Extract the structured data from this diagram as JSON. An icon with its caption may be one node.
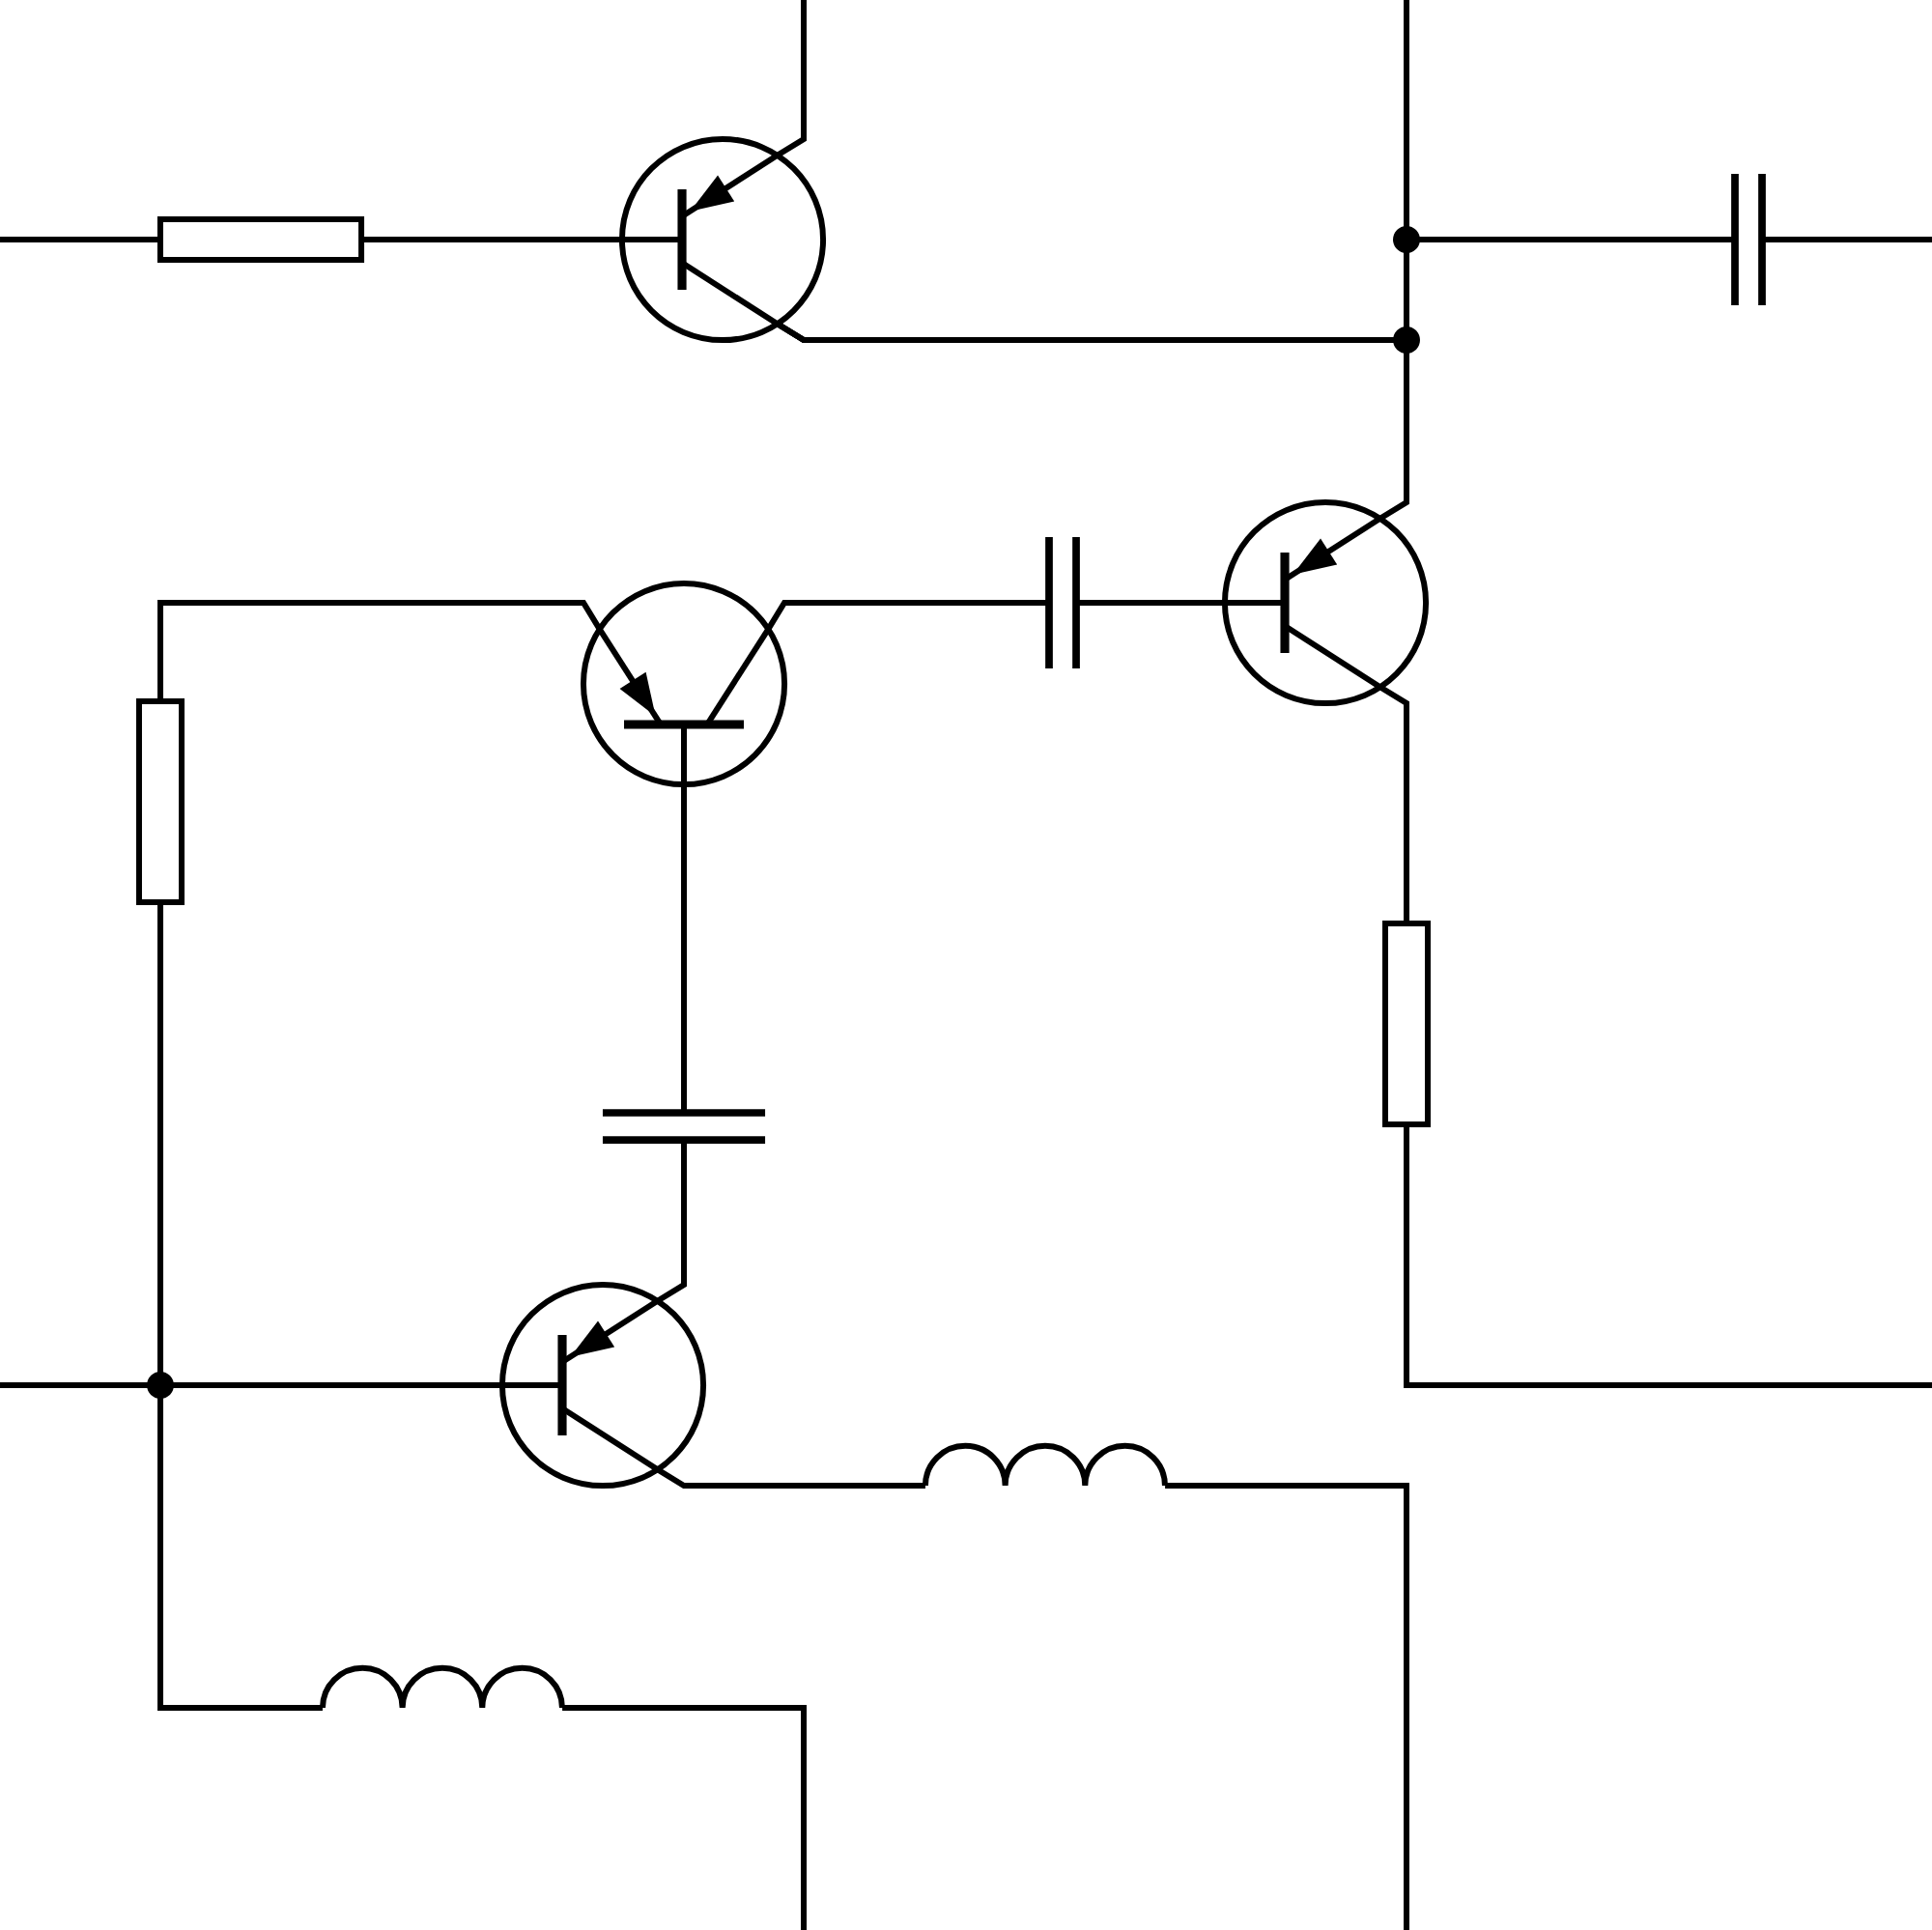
{
  "diagram": {
    "nodes": [
      {
        "text": [],
        "shape": "resistor"
      },
      {
        "text": [],
        "shape": "transistor"
      },
      {
        "text": [],
        "shape": "capacitor"
      },
      {
        "text": [],
        "shape": "transistor"
      },
      {
        "text": [],
        "shape": "capacitor"
      },
      {
        "text": [],
        "shape": "transistor"
      },
      {
        "text": [],
        "shape": "resistor"
      },
      {
        "text": [],
        "shape": "capacitor"
      },
      {
        "text": [],
        "shape": "resistor"
      },
      {
        "text": [],
        "shape": "transistor"
      },
      {
        "text": [],
        "shape": "inductor"
      },
      {
        "text": [],
        "shape": "inductor"
      }
    ],
    "edges": [
      {
        "from": null,
        "to": 0,
        "arrow": "none"
      },
      {
        "from": 0,
        "to": 1,
        "arrow": "none"
      },
      {
        "from": 1,
        "to": null,
        "arrow": "none"
      },
      {
        "from": 1,
        "to": 3,
        "arrow": "none"
      },
      {
        "from": 1,
        "to": 2,
        "arrow": "none"
      },
      {
        "from": 1,
        "to": null,
        "arrow": "none"
      },
      {
        "from": 2,
        "to": null,
        "arrow": "none"
      },
      {
        "from": 5,
        "to": 4,
        "arrow": "none"
      },
      {
        "from": 4,
        "to": 3,
        "arrow": "none"
      },
      {
        "from": 5,
        "to": 6,
        "arrow": "none"
      },
      {
        "from": 5,
        "to": 7,
        "arrow": "none"
      },
      {
        "from": 7,
        "to": 9,
        "arrow": "none"
      },
      {
        "from": 3,
        "to": 8,
        "arrow": "none"
      },
      {
        "from": 8,
        "to": null,
        "arrow": "none"
      },
      {
        "from": 6,
        "to": 9,
        "arrow": "none"
      },
      {
        "from": null,
        "to": 9,
        "arrow": "none"
      },
      {
        "from": 6,
        "to": 11,
        "arrow": "none"
      },
      {
        "from": 9,
        "to": 10,
        "arrow": "none"
      },
      {
        "from": 10,
        "to": null,
        "arrow": "none"
      },
      {
        "from": 11,
        "to": null,
        "arrow": "none"
      }
    ]
  }
}
